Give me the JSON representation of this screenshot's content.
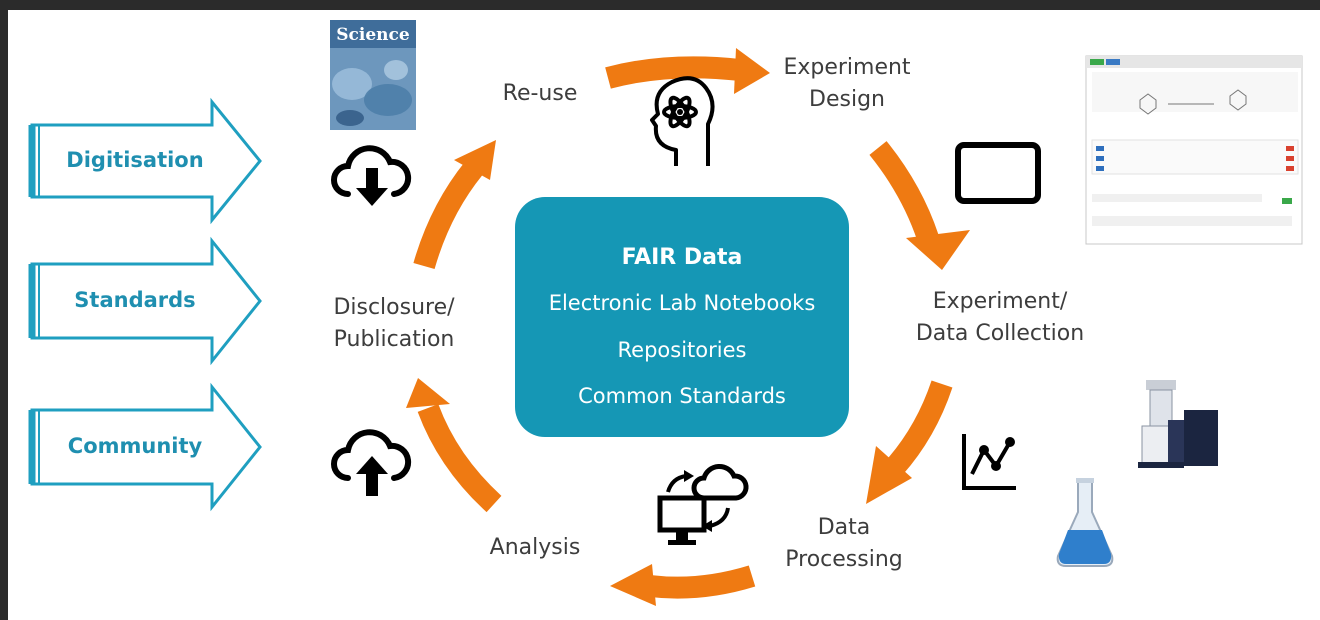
{
  "side_arrows": [
    {
      "label": "Digitisation"
    },
    {
      "label": "Standards"
    },
    {
      "label": "Community"
    }
  ],
  "center": {
    "title": "FAIR Data",
    "lines": [
      "Electronic Lab Notebooks",
      "Repositories",
      "Common Standards"
    ]
  },
  "cycle_stages": {
    "reuse": "Re-use",
    "design_line1": "Experiment",
    "design_line2": "Design",
    "collection_line1": "Experiment/",
    "collection_line2": "Data Collection",
    "processing_line1": "Data",
    "processing_line2": "Processing",
    "analysis": "Analysis",
    "disclosure_line1": "Disclosure/",
    "disclosure_line2": "Publication"
  },
  "journal_cover": {
    "title": "Science"
  },
  "colors": {
    "cycle_arrow": "#ef7a12",
    "center_box": "#1597b5",
    "side_arrow": "#1f9fc0",
    "side_label": "#1f8fb0",
    "background_frame": "#2b2b2b"
  },
  "icons": [
    "cloud-download-icon",
    "cloud-upload-icon",
    "brain-atom-icon",
    "tablet-icon",
    "line-chart-icon",
    "computer-cloud-sync-icon",
    "eln-screenshot",
    "nmr-spectrometer",
    "erlenmeyer-flask"
  ]
}
